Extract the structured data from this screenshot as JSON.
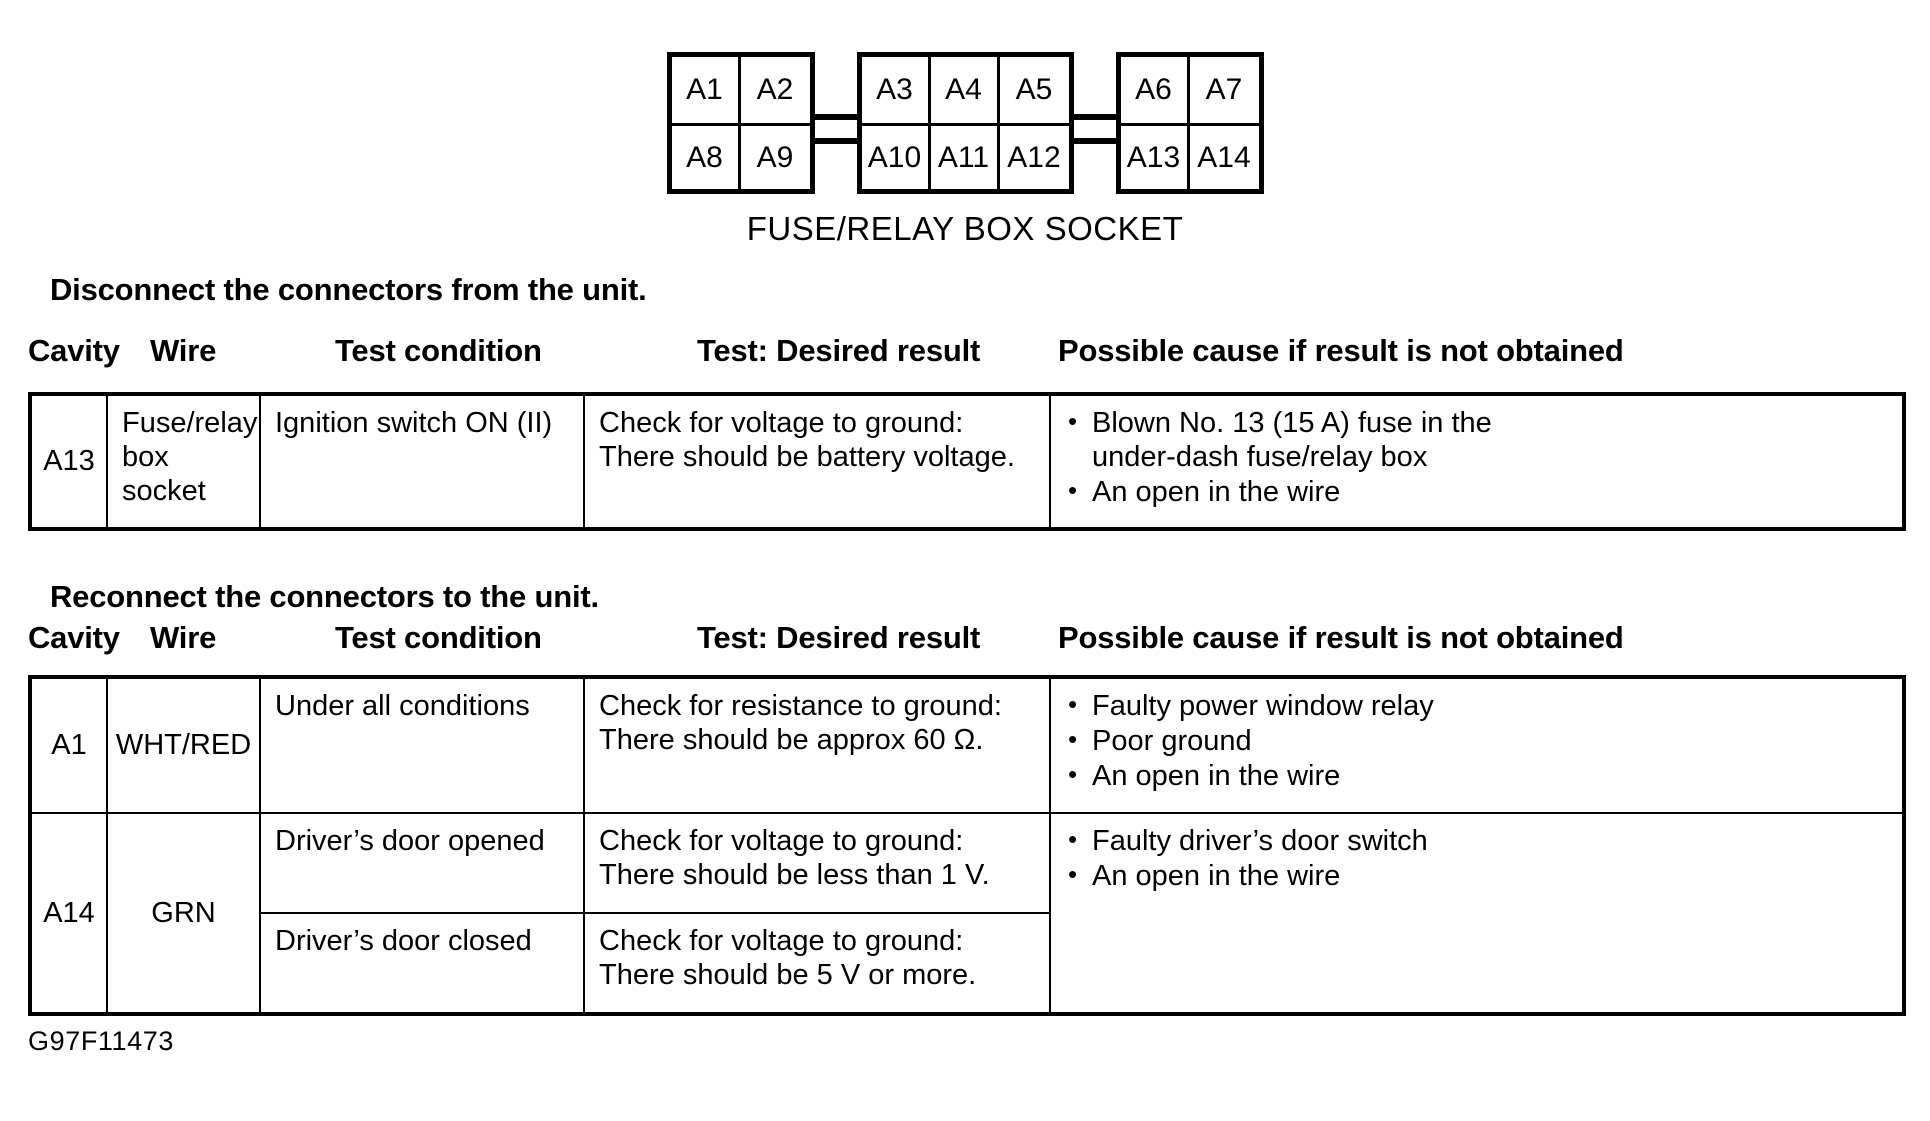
{
  "diagram": {
    "caption": "FUSE/RELAY BOX SOCKET",
    "groups": [
      {
        "top": [
          "A1",
          "A2"
        ],
        "bottom": [
          "A8",
          "A9"
        ]
      },
      {
        "top": [
          "A3",
          "A4",
          "A5"
        ],
        "bottom": [
          "A10",
          "A11",
          "A12"
        ]
      },
      {
        "top": [
          "A6",
          "A7"
        ],
        "bottom": [
          "A13",
          "A14"
        ]
      }
    ]
  },
  "columns": {
    "cavity": "Cavity",
    "wire": "Wire",
    "test_condition": "Test condition",
    "desired_result": "Test: Desired result",
    "possible_cause": "Possible cause if result is not obtained"
  },
  "section1": {
    "heading": "Disconnect the connectors from the unit.",
    "rows": [
      {
        "cavity": "A13",
        "wire": "Fuse/relay box socket",
        "condition": "Ignition switch ON (II)",
        "result_line1": "Check for voltage to ground:",
        "result_line2": "There should be battery voltage.",
        "causes": [
          {
            "text": "Blown No. 13 (15 A) fuse in the",
            "cont": "under-dash fuse/relay box"
          },
          {
            "text": "An open in the wire",
            "cont": ""
          }
        ]
      }
    ]
  },
  "section2": {
    "heading": "Reconnect the connectors to the unit.",
    "rows": [
      {
        "cavity": "A1",
        "wire": "WHT/RED",
        "condition": "Under all conditions",
        "result_line1": "Check for resistance to ground:",
        "result_line2": "There should be approx 60 Ω.",
        "causes": [
          {
            "text": "Faulty power window relay",
            "cont": ""
          },
          {
            "text": "Poor ground",
            "cont": ""
          },
          {
            "text": "An open in the wire",
            "cont": ""
          }
        ]
      },
      {
        "cavity": "A14",
        "wire": "GRN",
        "condition": "Driver’s door opened",
        "result_line1": "Check for voltage to ground:",
        "result_line2": "There should be less than 1 V.",
        "causes": [
          {
            "text": "Faulty driver’s door switch",
            "cont": ""
          },
          {
            "text": "An open in the wire",
            "cont": ""
          }
        ]
      },
      {
        "cavity": "",
        "wire": "",
        "condition": "Driver’s door closed",
        "result_line1": "Check for voltage to ground:",
        "result_line2": "There should be 5 V or more.",
        "causes": []
      }
    ]
  },
  "footer": {
    "code": "G97F11473"
  }
}
